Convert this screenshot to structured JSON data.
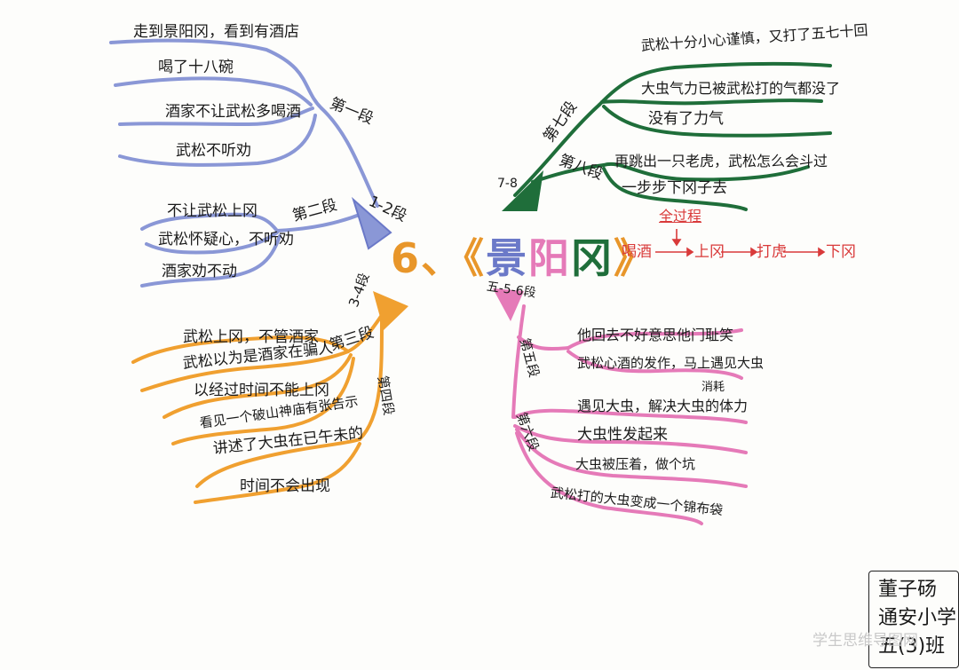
{
  "title": {
    "num": "6、",
    "lq": "《",
    "w1": "景",
    "w2": "阳",
    "w3": "冈",
    "rq": "》"
  },
  "blue": {
    "range": "1-2段",
    "sec1": {
      "label": "第一段",
      "items": [
        "走到景阳冈，看到有酒店",
        "喝了十八碗",
        "酒家不让武松多喝酒",
        "武松不听劝"
      ]
    },
    "sec2": {
      "label": "第二段",
      "items": [
        "不让武松上冈",
        "武松怀疑心，不听劝",
        "酒家劝不动"
      ]
    }
  },
  "green": {
    "range": "7-8",
    "sec7": {
      "label": "第七段",
      "items": [
        "武松十分小心谨慎，又打了五七十回",
        "大虫气力已被武松打的气都没了",
        "没有了力气"
      ]
    },
    "sec8": {
      "label": "第八段",
      "items": [
        "再跳出一只老虎，武松怎么会斗过",
        "一步步下冈子去"
      ]
    }
  },
  "red": {
    "label": "全过程",
    "flow": [
      "喝酒",
      "上冈",
      "打虎",
      "下冈"
    ]
  },
  "orange": {
    "range": "3-4段",
    "sec3": {
      "label": "第三段",
      "items": [
        "武松上冈，不管酒家",
        "武松以为是酒家在骗人",
        "以经过时间不能上冈",
        "看见一个破山神庙有张告示"
      ]
    },
    "sec4": {
      "label": "第四段",
      "items": [
        "讲述了大虫在已午未的",
        "时间不会出现"
      ]
    }
  },
  "pink": {
    "range": "五-5-6段",
    "sec5": {
      "label": "第五段",
      "items": [
        "他回去不好意思他门耻笑",
        "武松心酒的发作，马上遇见大虫"
      ]
    },
    "sec6": {
      "label": "第六段",
      "note": "消耗",
      "items": [
        "遇见大虫，解决大虫的体力",
        "大虫性发起来",
        "大虫被压着，做个坑",
        "武松打的大虫变成一个锦布袋"
      ]
    }
  },
  "signature": {
    "lines": [
      "董子砀",
      "通安小学",
      "五(3)班"
    ]
  },
  "watermark": "学生思维导图网",
  "colors": {
    "blue": "#8a97d6",
    "green": "#1f6e3a",
    "orange": "#f0a030",
    "pink": "#e57ab8",
    "red": "#d93a3a"
  }
}
